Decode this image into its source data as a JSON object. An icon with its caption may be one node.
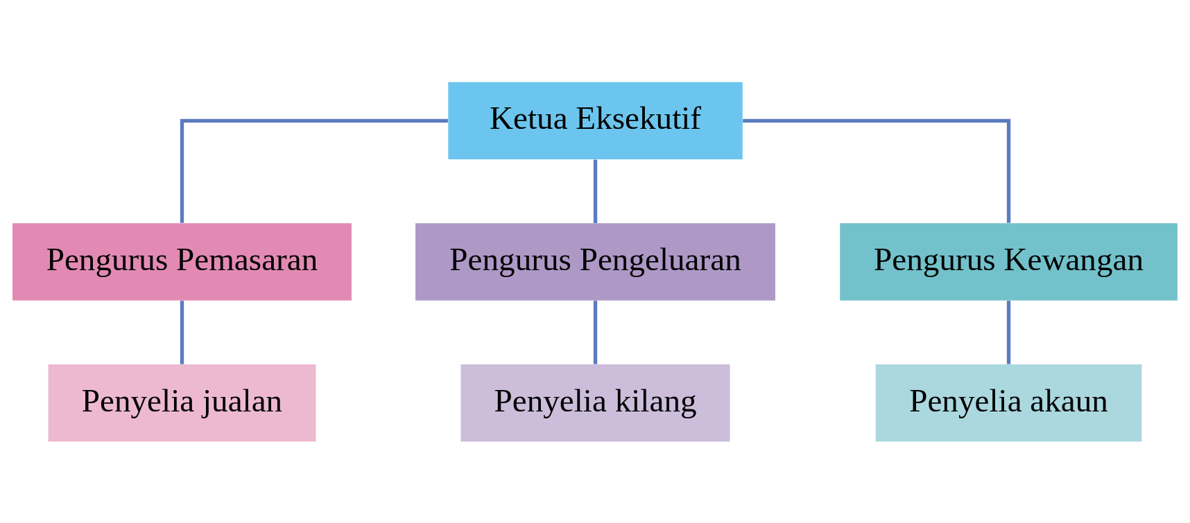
{
  "diagram": {
    "nodes": [
      {
        "text": [
          "Ketua Eksekutif"
        ]
      },
      {
        "text": [
          "Pengurus Pemasaran"
        ]
      },
      {
        "text": [
          "Pengurus Pengeluaran"
        ]
      },
      {
        "text": [
          "Pengurus Kewangan"
        ]
      },
      {
        "text": [
          "Penyelia jualan"
        ]
      },
      {
        "text": [
          "Penyelia kilang"
        ]
      },
      {
        "text": [
          "Penyelia akaun"
        ]
      }
    ],
    "edges": [
      {
        "from": 0,
        "to": 1,
        "arrow": "none"
      },
      {
        "from": 0,
        "to": 2,
        "arrow": "none"
      },
      {
        "from": 0,
        "to": 3,
        "arrow": "none"
      },
      {
        "from": 1,
        "to": 4,
        "arrow": "none"
      },
      {
        "from": 2,
        "to": 5,
        "arrow": "none"
      },
      {
        "from": 3,
        "to": 6,
        "arrow": "none"
      }
    ]
  }
}
